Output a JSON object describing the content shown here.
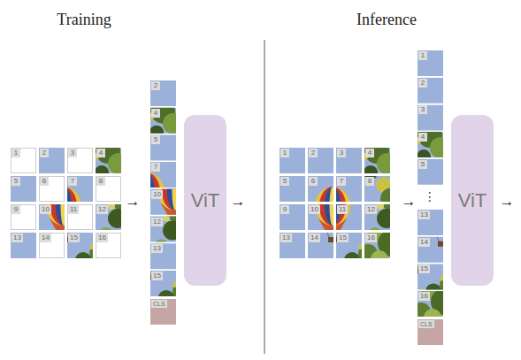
{
  "diagram": {
    "nodes": [
      {
        "text": [
          "CLS"
        ]
      },
      {
        "text": [
          "ViT"
        ]
      },
      {
        "text": [
          "CLS"
        ]
      },
      {
        "text": [
          "ViT"
        ]
      }
    ],
    "labels": [
      "Training",
      "Inference",
      "1",
      "2",
      "3",
      "4",
      "5",
      "6",
      "7",
      "8",
      "9",
      "10",
      "11",
      "12",
      "13",
      "14",
      "15",
      "16",
      "→",
      "2",
      "4",
      "5",
      "7",
      "10",
      "12",
      "13",
      "15",
      "→",
      "1",
      "2",
      "3",
      "4",
      "5",
      "6",
      "7",
      "8",
      "9",
      "10",
      "11",
      "12",
      "13",
      "14",
      "15",
      "16",
      "→",
      "1",
      "2",
      "3",
      "4",
      "5",
      "⋮",
      "13",
      "14",
      "15",
      "16",
      "→"
    ]
  }
}
